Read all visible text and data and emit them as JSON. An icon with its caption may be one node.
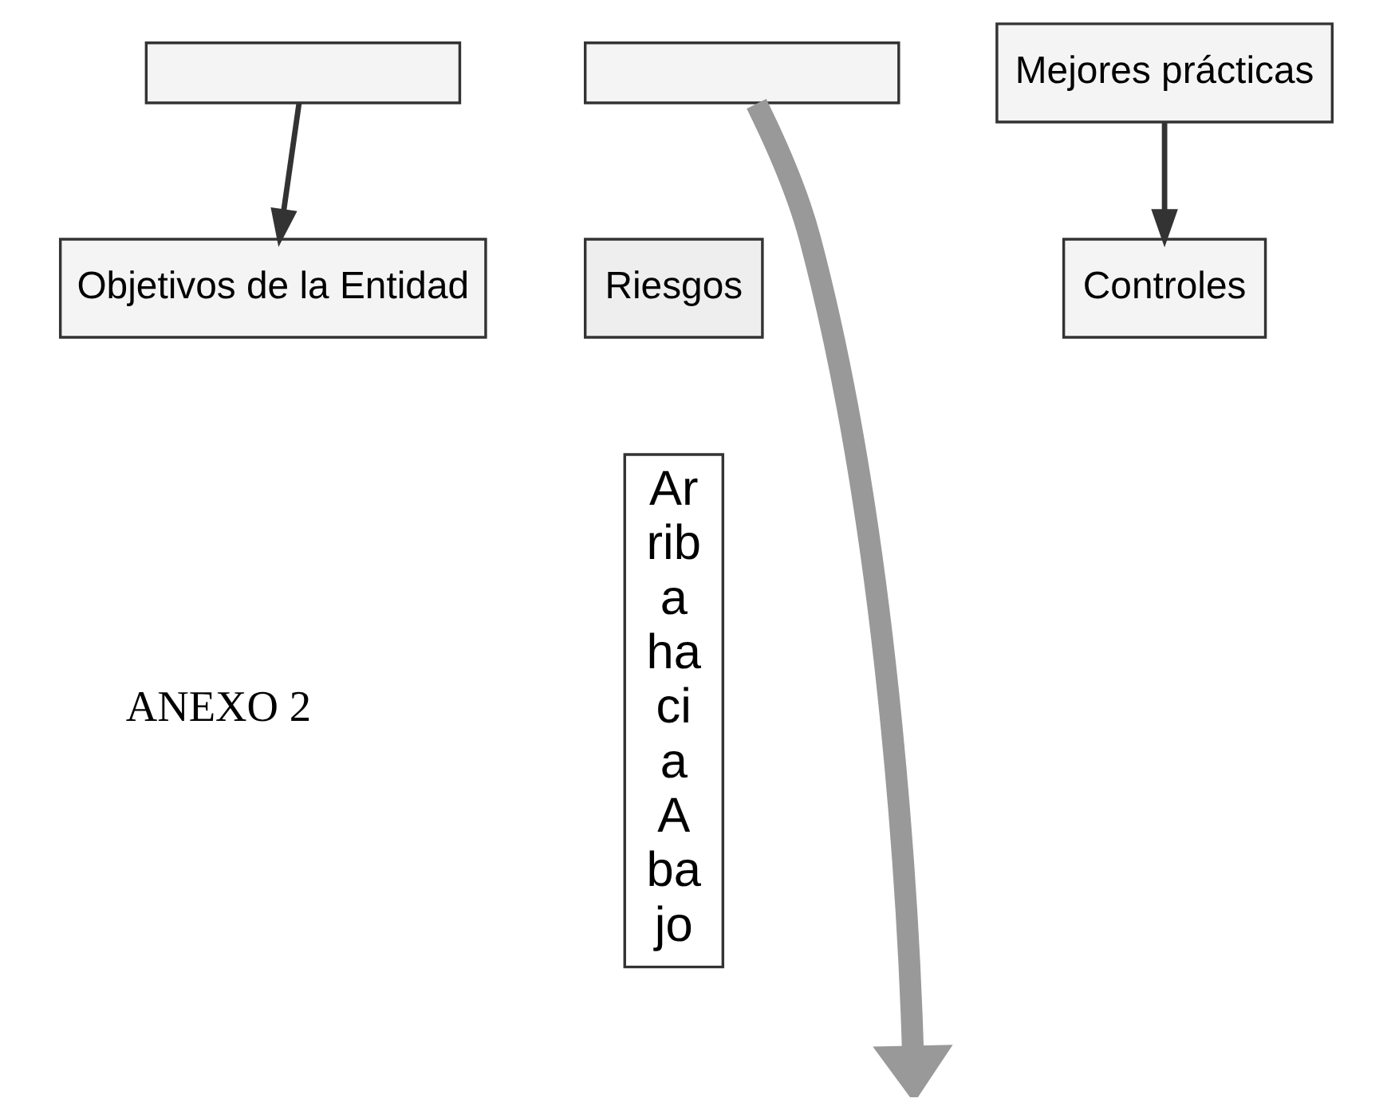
{
  "diagram": {
    "nodes": [
      {
        "text": [],
        "shape": "box"
      },
      {
        "text": [],
        "shape": "box"
      },
      {
        "text": [
          "Mejores prácticas"
        ]
      },
      {
        "text": [
          "Objetivos de la Entidad"
        ]
      },
      {
        "text": [
          "Riesgos"
        ]
      },
      {
        "text": [
          "Controles"
        ]
      },
      {
        "text": [
          "Ar rib a ha ci a A ba jo"
        ]
      }
    ],
    "edges": [
      {
        "from": 0,
        "to": 3,
        "arrow": "to"
      },
      {
        "from": 2,
        "to": 5,
        "arrow": "to"
      },
      {
        "from": 1,
        "to": null,
        "arrow": "to",
        "style": "thick",
        "color": "#999999"
      }
    ],
    "labels": [
      "ANEXO 2"
    ]
  }
}
